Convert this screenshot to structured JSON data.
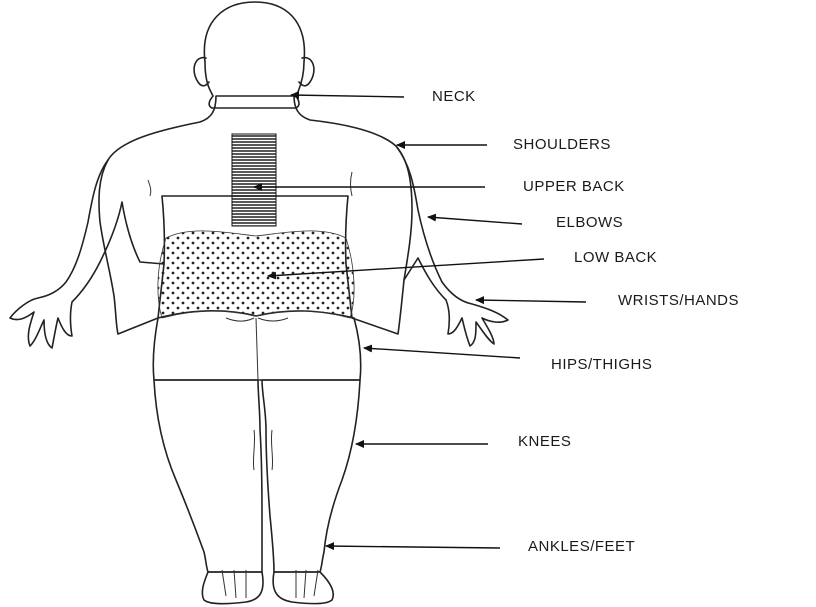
{
  "labels": {
    "neck": "NECK",
    "shoulders": "SHOULDERS",
    "upper_back": "UPPER BACK",
    "elbows": "ELBOWS",
    "low_back": "LOW BACK",
    "wrists_hands": "WRISTS/HANDS",
    "hips_thighs": "HIPS/THIGHS",
    "knees": "KNEES",
    "ankles_feet": "ANKLES/FEET"
  }
}
